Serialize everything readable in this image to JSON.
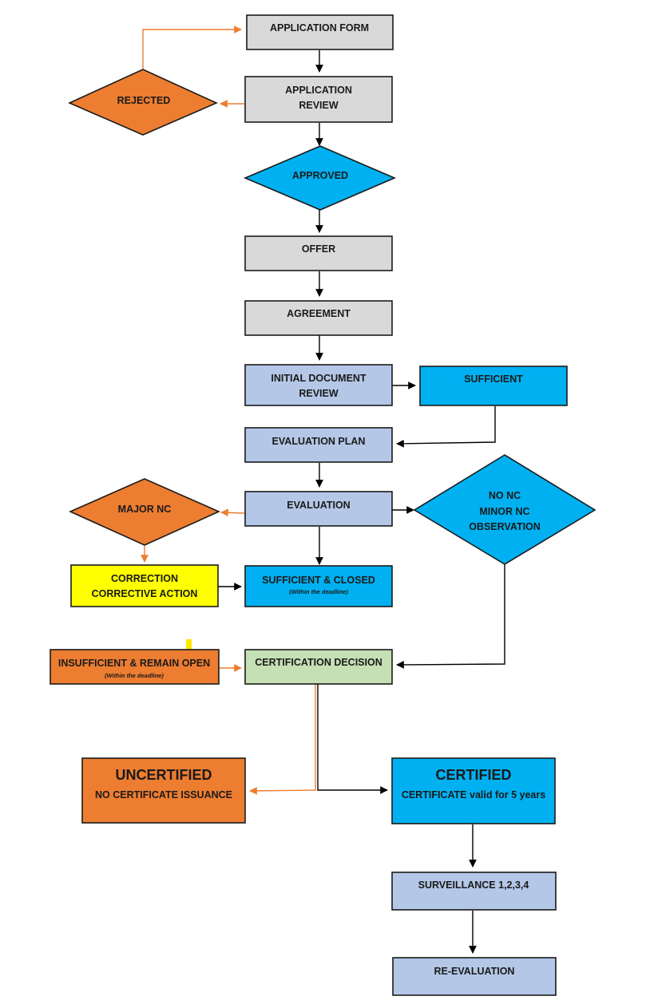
{
  "colors": {
    "gray": "#D9D9D9",
    "orange": "#ED7D31",
    "blue": "#00B0F0",
    "lavender": "#B4C7E7",
    "yellow": "#FFFF00",
    "green": "#C5E0B4",
    "arrow_black": "#000000",
    "arrow_orange": "#ED7D31"
  },
  "nodes": {
    "application_form": {
      "lines": [
        "APPLICATION FORM"
      ]
    },
    "application_review": {
      "lines": [
        "APPLICATION",
        "REVIEW"
      ]
    },
    "rejected": {
      "lines": [
        "REJECTED"
      ]
    },
    "approved": {
      "lines": [
        "APPROVED"
      ]
    },
    "offer": {
      "lines": [
        "OFFER"
      ]
    },
    "agreement": {
      "lines": [
        "AGREEMENT"
      ]
    },
    "initial_document_review": {
      "lines": [
        "INITIAL DOCUMENT",
        "REVIEW"
      ]
    },
    "sufficient": {
      "lines": [
        "SUFFICIENT"
      ]
    },
    "evaluation_plan": {
      "lines": [
        "EVALUATION PLAN"
      ]
    },
    "evaluation": {
      "lines": [
        "EVALUATION"
      ]
    },
    "major_nc": {
      "lines": [
        "MAJOR NC"
      ]
    },
    "no_nc": {
      "lines": [
        "NO NC",
        "MINOR NC",
        "OBSERVATION"
      ]
    },
    "correction": {
      "lines": [
        "CORRECTION",
        "CORRECTIVE ACTION"
      ]
    },
    "sufficient_closed": {
      "lines": [
        "SUFFICIENT & CLOSED"
      ],
      "note": "(Within the deadline)"
    },
    "insufficient_open": {
      "lines": [
        "INSUFFICIENT & REMAIN OPEN"
      ],
      "note": "(Within the deadline)"
    },
    "certification_decision": {
      "lines": [
        "CERTIFICATION DECISION"
      ]
    },
    "uncertified": {
      "title": "UNCERTIFIED",
      "lines": [
        "NO CERTIFICATE ISSUANCE"
      ]
    },
    "certified": {
      "title": "CERTIFIED",
      "lines": [
        "CERTIFICATE valid for 5 years"
      ]
    },
    "surveillance": {
      "lines": [
        "SURVEILLANCE 1,2,3,4"
      ]
    },
    "re_evaluation": {
      "lines": [
        "RE-EVALUATION"
      ]
    }
  }
}
